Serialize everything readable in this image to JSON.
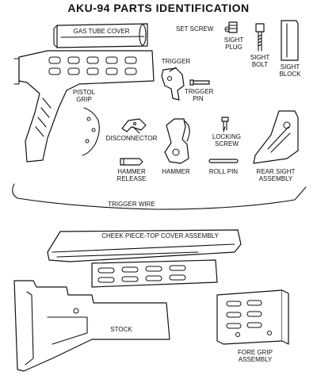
{
  "title": "AKU-94 PARTS IDENTIFICATION",
  "labels": {
    "gas_tube_cover": "GAS TUBE COVER",
    "set_screw": "SET SCREW",
    "sight_plug": "SIGHT PLUG",
    "sight_bolt": "SIGHT BOLT",
    "sight_block": "SIGHT BLOCK",
    "pistol_grip": "PISTOL GRIP",
    "trigger": "TRIGGER",
    "trigger_pin": "TRIGGER PIN",
    "disconnector": "DISCONNECTOR",
    "locking_screw": "LOCKING SCREW",
    "hammer_release": "HAMMER RELEASE",
    "hammer": "HAMMER",
    "roll_pin": "ROLL PIN",
    "rear_sight_assembly": "REAR SIGHT ASSEMBLY",
    "trigger_wire": "TRIGGER WIRE",
    "cheek_piece": "CHEEK PIECE-TOP COVER ASSEMBLY",
    "stock": "STOCK",
    "fore_grip_assembly": "FORE GRIP ASSEMBLY"
  }
}
